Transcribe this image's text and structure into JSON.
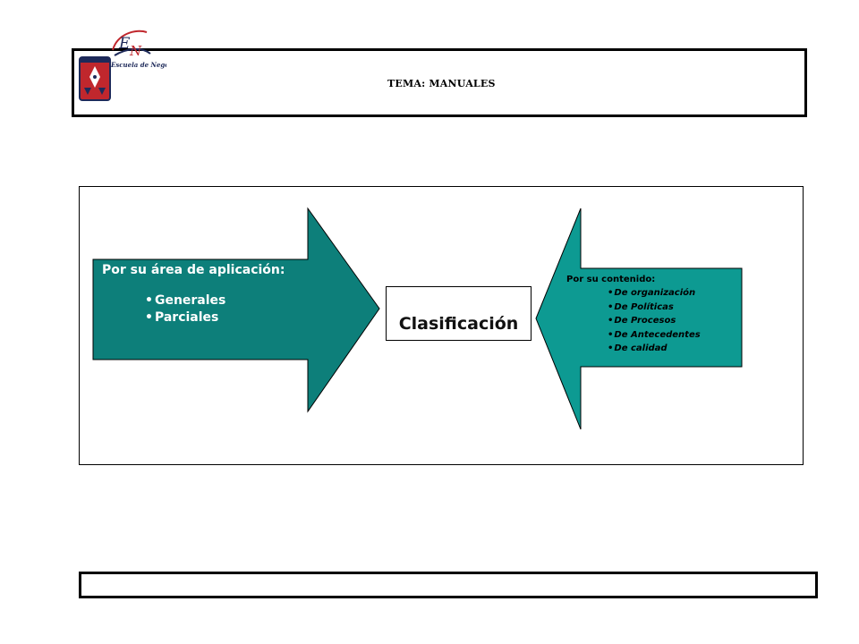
{
  "header": {
    "title": "TEMA: MANUALES",
    "logo_caption": "Escuela de Negocios",
    "logo_monogram": "EN"
  },
  "diagram": {
    "center_label": "Clasificación",
    "left": {
      "heading": "Por su área de aplicación:",
      "items": [
        "Generales",
        "Parciales"
      ]
    },
    "right": {
      "heading": "Por su contenido:",
      "items": [
        "De organización",
        "De Políticas",
        "De Procesos",
        "De Antecedentes",
        "De calidad"
      ]
    }
  },
  "colors": {
    "left_arrow": "#0d7f7a",
    "right_arrow": "#0d9a92",
    "border": "#000000",
    "shield_red": "#c0272d",
    "shield_navy": "#1e2a5a"
  }
}
